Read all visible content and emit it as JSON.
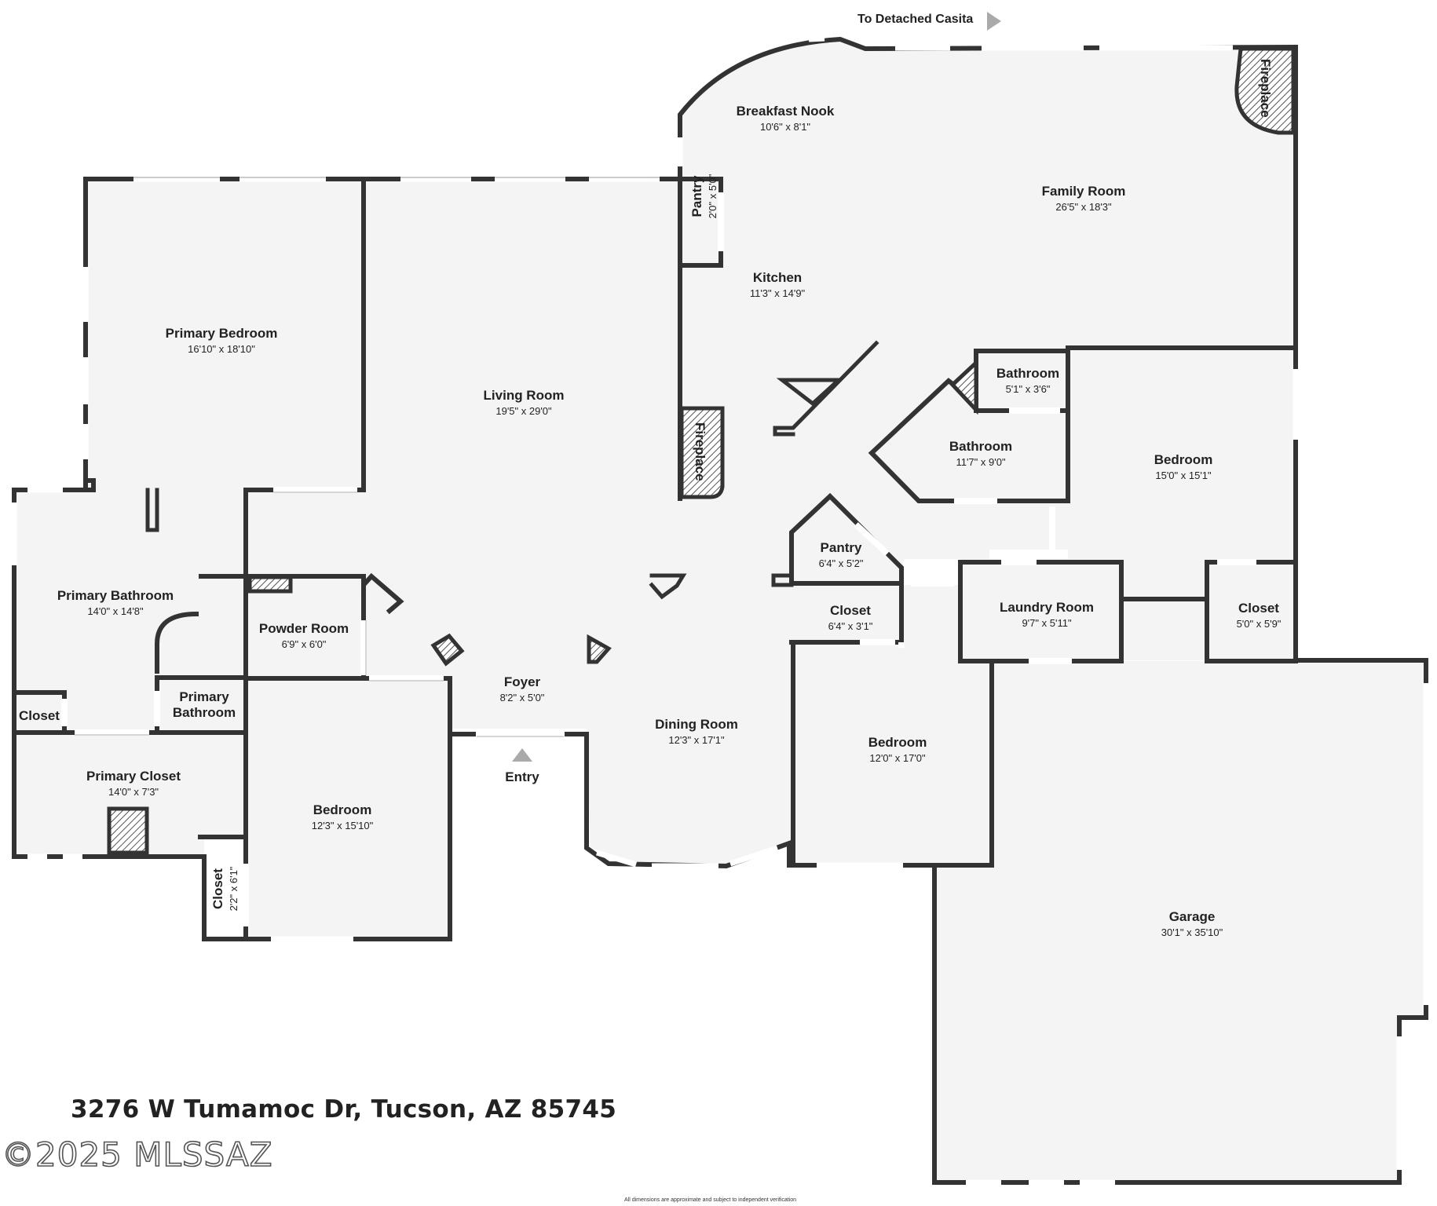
{
  "header": {
    "casita_label": "To Detached Casita",
    "casita_arrow_icon": "triangle-right-icon"
  },
  "rooms": [
    {
      "id": "breakfast-nook",
      "name": "Breakfast Nook",
      "dims": "10'6\" x 8'1\""
    },
    {
      "id": "family-room",
      "name": "Family Room",
      "dims": "26'5\" x 18'3\""
    },
    {
      "id": "kitchen",
      "name": "Kitchen",
      "dims": "11'3\" x 14'9\""
    },
    {
      "id": "kitchen-pantry",
      "name": "Pantry",
      "dims": "2'0\" x 5'0\""
    },
    {
      "id": "primary-bedroom",
      "name": "Primary Bedroom",
      "dims": "16'10\" x 18'10\""
    },
    {
      "id": "living-room",
      "name": "Living Room",
      "dims": "19'5\" x 29'0\""
    },
    {
      "id": "bathroom-small",
      "name": "Bathroom",
      "dims": "5'1\" x 3'6\""
    },
    {
      "id": "bathroom",
      "name": "Bathroom",
      "dims": "11'7\" x 9'0\""
    },
    {
      "id": "bedroom-east",
      "name": "Bedroom",
      "dims": "15'0\" x 15'1\""
    },
    {
      "id": "primary-bathroom",
      "name": "Primary Bathroom",
      "dims": "14'0\" x 14'8\""
    },
    {
      "id": "pantry",
      "name": "Pantry",
      "dims": "6'4\" x 5'2\""
    },
    {
      "id": "closet-hall",
      "name": "Closet",
      "dims": "6'4\" x 3'1\""
    },
    {
      "id": "laundry-room",
      "name": "Laundry Room",
      "dims": "9'7\" x 5'11\""
    },
    {
      "id": "closet-east",
      "name": "Closet",
      "dims": "5'0\" x 5'9\""
    },
    {
      "id": "powder-room",
      "name": "Powder Room",
      "dims": "6'9\" x 6'0\""
    },
    {
      "id": "foyer",
      "name": "Foyer",
      "dims": "8'2\" x 5'0\""
    },
    {
      "id": "primary-bathroom-wc",
      "name": "Primary\nBathroom",
      "dims": ""
    },
    {
      "id": "closet-primary-bath",
      "name": "Closet",
      "dims": ""
    },
    {
      "id": "dining-room",
      "name": "Dining Room",
      "dims": "12'3\" x 17'1\""
    },
    {
      "id": "bedroom-center",
      "name": "Bedroom",
      "dims": "12'0\" x 17'0\""
    },
    {
      "id": "primary-closet",
      "name": "Primary Closet",
      "dims": "14'0\" x 7'3\""
    },
    {
      "id": "bedroom-west",
      "name": "Bedroom",
      "dims": "12'3\" x 15'10\""
    },
    {
      "id": "closet-bedroom-west",
      "name": "Closet",
      "dims": "2'2\" x 6'1\""
    },
    {
      "id": "garage",
      "name": "Garage",
      "dims": "30'1\" x 35'10\""
    }
  ],
  "fireplaces": [
    {
      "id": "fireplace-family",
      "label": "Fireplace"
    },
    {
      "id": "fireplace-living",
      "label": "Fireplace"
    }
  ],
  "entry": {
    "label": "Entry",
    "icon": "triangle-up-icon"
  },
  "footer": {
    "address": "3276 W Tumamoc Dr, Tucson, AZ 85745",
    "copyright": "©2025 MLSSAZ",
    "disclaimer": "All dimensions are approximate and subject to independent verification"
  }
}
